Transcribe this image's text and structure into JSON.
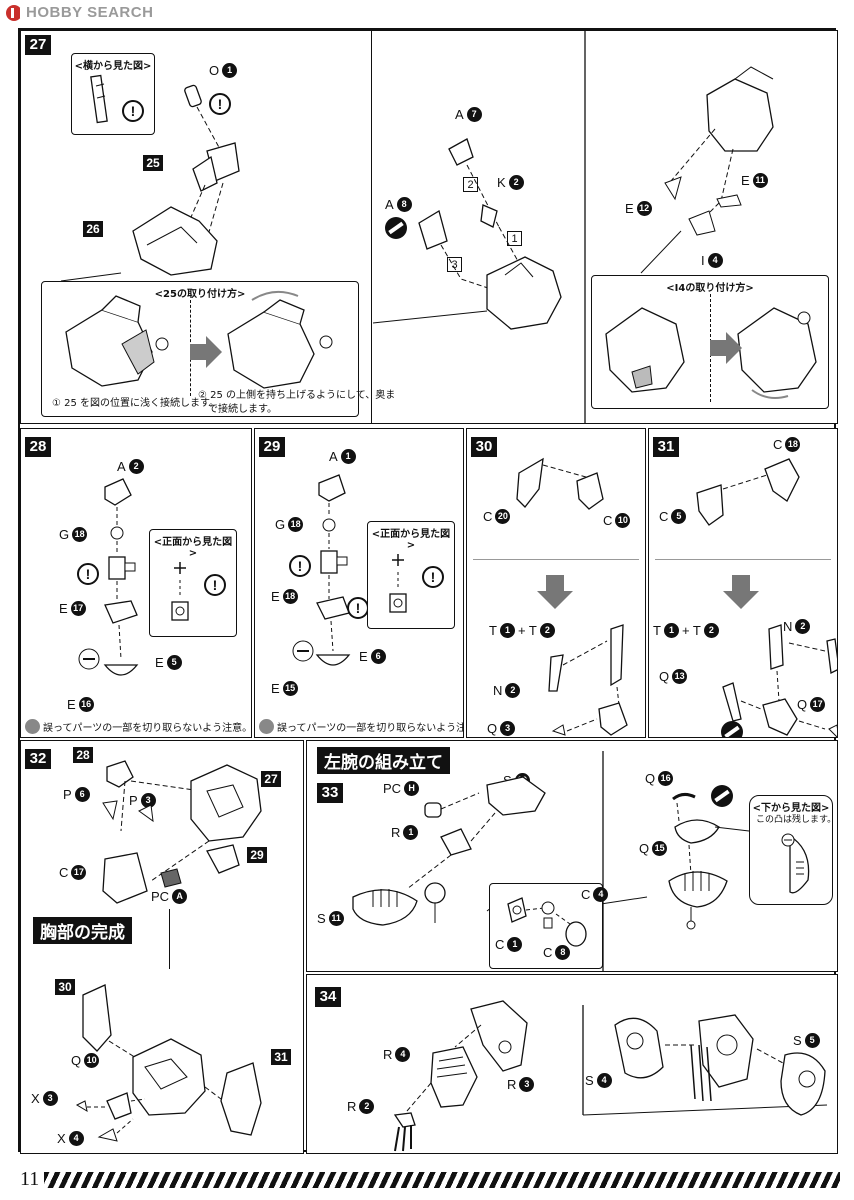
{
  "header": {
    "logo_text": "HOBBY SEARCH"
  },
  "footer": {
    "page_number": "11"
  },
  "steps": {
    "s27": {
      "num": "27",
      "inset_side_title": "<横から見た図>",
      "label_O1": "O",
      "label_O1_num": "1",
      "ref25": "25",
      "ref26": "26",
      "label_A7": "A",
      "label_A7_num": "7",
      "label_K2": "K",
      "label_K2_num": "2",
      "label_A8": "A",
      "label_A8_num": "8",
      "order1": "1",
      "order2": "2",
      "order3": "3",
      "label_E12": "E",
      "label_E12_num": "12",
      "label_E11": "E",
      "label_E11_num": "11",
      "label_I4": "I",
      "label_I4_num": "4",
      "attach25_title": "<25の取り付け方>",
      "note1": "① 25 を図の位置に浅く接続します。",
      "note2a": "② 25 の上側を持ち上げるようにして、奥ま",
      "note2b": "で接続します。",
      "attachI4_title": "<I4の取り付け方>"
    },
    "s28": {
      "num": "28",
      "label_A2": "A",
      "label_A2_num": "2",
      "label_G18": "G",
      "label_G18_num": "18",
      "label_E17": "E",
      "label_E17_num": "17",
      "label_E5": "E",
      "label_E5_num": "5",
      "label_E16": "E",
      "label_E16_num": "16",
      "front_title": "<正面から見た図>",
      "caution": "誤ってパーツの一部を切り取らないよう注意。"
    },
    "s29": {
      "num": "29",
      "label_A1": "A",
      "label_A1_num": "1",
      "label_G18": "G",
      "label_G18_num": "18",
      "label_E18": "E",
      "label_E18_num": "18",
      "label_E6": "E",
      "label_E6_num": "6",
      "label_E15": "E",
      "label_E15_num": "15",
      "front_title": "<正面から見た図>",
      "caution": "誤ってパーツの一部を切り取らないよう注意。"
    },
    "s30": {
      "num": "30",
      "label_C20": "C",
      "label_C20_num": "20",
      "label_C10": "C",
      "label_C10_num": "10",
      "label_T1T2": "T",
      "label_T1_num": "1",
      "plus": "+ T",
      "label_T2_num": "2",
      "label_N2": "N",
      "label_N2_num": "2",
      "label_Q3": "Q",
      "label_Q3_num": "3"
    },
    "s31": {
      "num": "31",
      "label_C18": "C",
      "label_C18_num": "18",
      "label_C5": "C",
      "label_C5_num": "5",
      "label_T1T2": "T",
      "label_T1_num": "1",
      "plus": "+ T",
      "label_T2_num": "2",
      "label_N2": "N",
      "label_N2_num": "2",
      "label_Q13": "Q",
      "label_Q13_num": "13",
      "label_Q17": "Q",
      "label_Q17_num": "17"
    },
    "s32": {
      "num": "32",
      "ref28": "28",
      "ref27": "27",
      "ref29": "29",
      "label_P6": "P",
      "label_P6_num": "6",
      "label_P3": "P",
      "label_P3_num": "3",
      "label_C17": "C",
      "label_C17_num": "17",
      "label_PCA": "PC",
      "label_PCA_num": "A",
      "chest_title": "胸部の完成",
      "ref30": "30",
      "ref31": "31",
      "label_Q10": "Q",
      "label_Q10_num": "10",
      "label_X3": "X",
      "label_X3_num": "3",
      "label_X4": "X",
      "label_X4_num": "4"
    },
    "s33": {
      "section_title": "左腕の組み立て",
      "num": "33",
      "label_PCH": "PC",
      "label_PCH_num": "H",
      "label_S10": "S",
      "label_S10_num": "10",
      "label_R1": "R",
      "label_R1_num": "1",
      "label_S11": "S",
      "label_S11_num": "11",
      "label_C4": "C",
      "label_C4_num": "4",
      "label_C1": "C",
      "label_C1_num": "1",
      "label_C8": "C",
      "label_C8_num": "8",
      "label_Q16": "Q",
      "label_Q16_num": "16",
      "label_Q15": "Q",
      "label_Q15_num": "15",
      "bottom_title": "<下から見た図>",
      "bottom_note": "この凸は残します。"
    },
    "s34": {
      "num": "34",
      "label_R4": "R",
      "label_R4_num": "4",
      "label_R3": "R",
      "label_R3_num": "3",
      "label_R2": "R",
      "label_R2_num": "2",
      "label_S4": "S",
      "label_S4_num": "4",
      "label_S5": "S",
      "label_S5_num": "5"
    }
  },
  "warn_glyph": "!",
  "colors": {
    "ink": "#111111",
    "arrow_gray": "#777777",
    "logo_red": "#c9302c"
  }
}
